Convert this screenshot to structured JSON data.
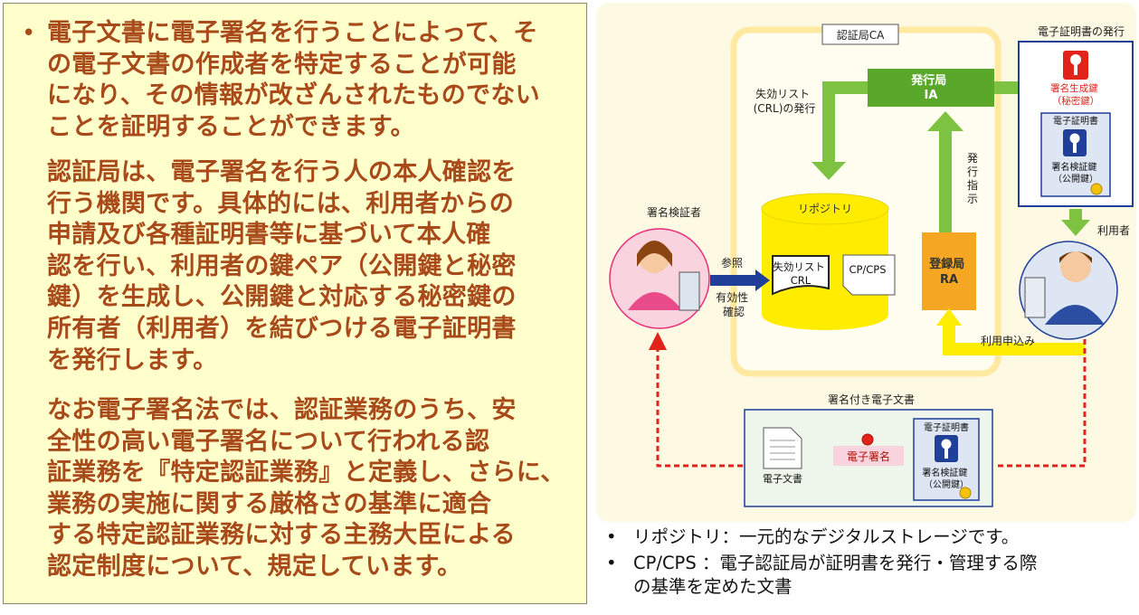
{
  "left_text": {
    "bullet": "•",
    "paragraphs": [
      [
        "電子文書に電子署名を行うことによって、そ",
        "の電子文書の作成者を特定することが可能",
        "になり、その情報が改ざんされたものでない",
        "ことを証明することができます。"
      ],
      [
        "認証局は、電子署名を行う人の本人確認を",
        "行う機関です。具体的には、利用者からの",
        "申請及び各種証明書等に基づいて本人確",
        "認を行い、利用者の鍵ペア（公開鍵と秘密",
        "鍵）を生成し、公開鍵と対応する秘密鍵の",
        "所有者（利用者）を結びつける電子証明書",
        "を発行します。"
      ],
      [
        "なお電子署名法では、認証業務のうち、安",
        "全性の高い電子署名について行われる認",
        "証業務を『特定認証業務』と定義し、さらに、",
        "業務の実施に関する厳格さの基準に適合",
        "する特定認証業務に対する主務大臣による",
        "認定制度について、規定しています。"
      ]
    ]
  },
  "diagram": {
    "ca_label": "認証局CA",
    "ia_label": "発行局\nIA",
    "crl_issue_label": "失効リスト\n(CRL)の発行",
    "repository_label": "リポジトリ",
    "crl_doc_label": "失効リスト\nCRL",
    "cpcps_doc_label": "CP/CPS",
    "ra_label": "登録局\nRA",
    "issue_instruction_label": "発行指示",
    "application_label": "利用申込み",
    "verifier_label": "署名検証者",
    "reference_label": "参照",
    "validity_label": "有効性\n確認",
    "cert_issue_title": "電子証明書の発行",
    "private_key_label": "署名生成鍵\n（秘密鍵）",
    "certificate_label": "電子証明書",
    "public_key_label": "署名検証鍵\n（公開鍵）",
    "user_label": "利用者",
    "signed_doc_title": "署名付き電子文書",
    "edoc_label": "電子文書",
    "esign_label": "電子署名",
    "colors": {
      "green": "#7dc241",
      "dark_green": "#5aa82a",
      "yellow": "#ffed00",
      "orange": "#f5a623",
      "blue": "#1f3f99",
      "red": "#e2231a",
      "pink": "#f9d3dd",
      "pink_border": "#e72e7a"
    }
  },
  "notes": [
    {
      "bullet": "•",
      "text": "リポジトリ：一元的なデジタルストレージです。"
    },
    {
      "bullet": "•",
      "text": "CP/CPS ：電子認証局が証明書を発行・管理する際"
    },
    {
      "bullet": "",
      "text": "の基準を定めた文書"
    }
  ]
}
